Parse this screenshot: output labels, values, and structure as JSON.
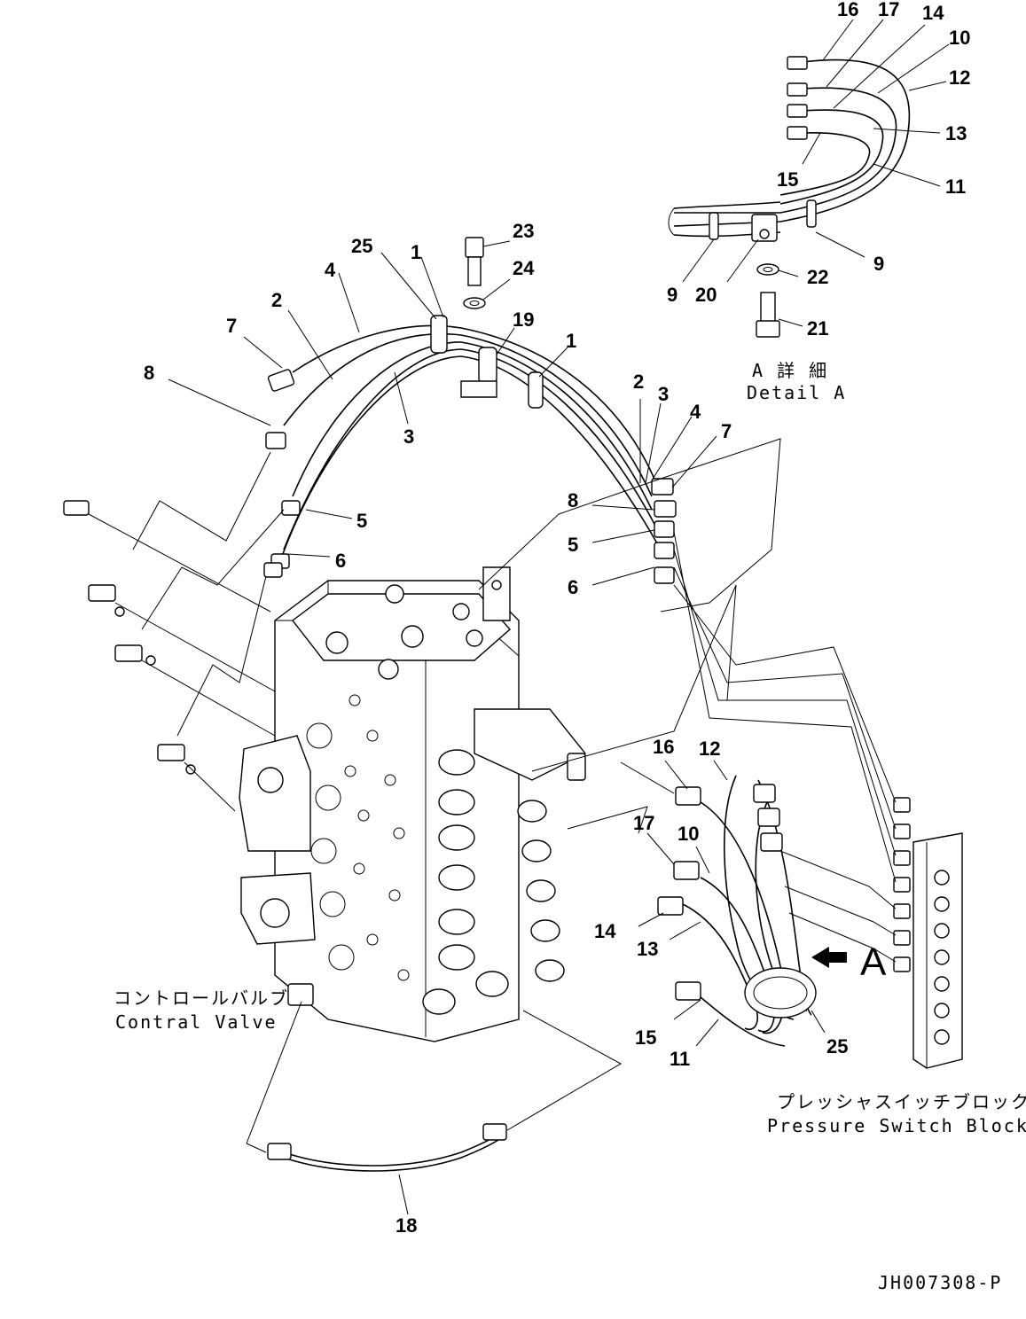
{
  "callouts": {
    "c16_top": "16",
    "c17_top": "17",
    "c14_top": "14",
    "c10_top": "10",
    "c12_top": "12",
    "c13_top": "13",
    "c15_top": "15",
    "c11_top": "11",
    "c9_right": "9",
    "c9_left": "9",
    "c20": "20",
    "c22": "22",
    "c21": "21",
    "c23": "23",
    "c24": "24",
    "c19": "19",
    "c25_top": "25",
    "c1_left": "1",
    "c1_right": "1",
    "c4_left": "4",
    "c2_left": "2",
    "c7_left": "7",
    "c8_left": "8",
    "c3_left": "3",
    "c5_left": "5",
    "c6_left": "6",
    "c2_right": "2",
    "c3_right": "3",
    "c4_right": "4",
    "c7_right": "7",
    "c8_right": "8",
    "c5_right": "5",
    "c6_right": "6",
    "c16_bot": "16",
    "c12_bot": "12",
    "c17_bot": "17",
    "c10_bot": "10",
    "c14_bot": "14",
    "c13_bot": "13",
    "c15_bot": "15",
    "c11_bot": "11",
    "c25_bot": "25",
    "c18": "18"
  },
  "labels": {
    "detail_a_jp": "A 詳 細",
    "detail_a_en": "Detail A",
    "arrow_a": "A",
    "control_valve_jp": "コントロールバルブ",
    "control_valve_en": "Contral Valve",
    "pressure_switch_jp": "プレッシャスイッチブロック",
    "pressure_switch_en": "Pressure Switch Block",
    "drawing_number": "JH007308-P"
  }
}
